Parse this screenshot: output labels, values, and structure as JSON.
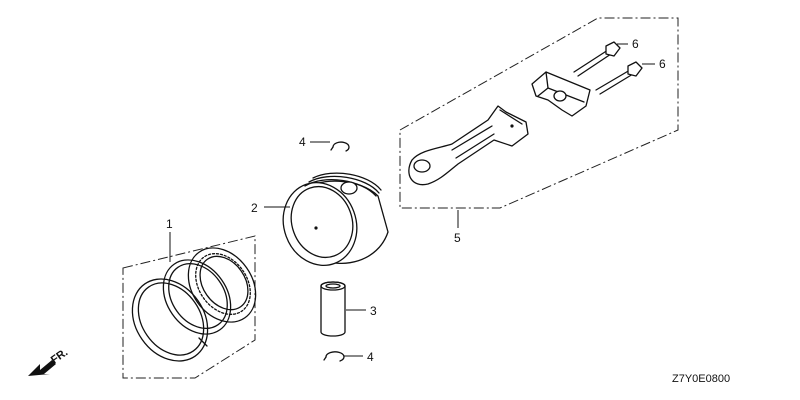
{
  "callouts": {
    "piston_ring_set": "1",
    "piston": "2",
    "piston_pin": "3",
    "pin_clip_top": "4",
    "pin_clip_bottom": "4",
    "connecting_rod_assembly": "5",
    "rod_bolt_upper": "6",
    "rod_bolt_lower": "6"
  },
  "front_indicator": "FR.",
  "diagram_code": "Z7Y0E0800"
}
